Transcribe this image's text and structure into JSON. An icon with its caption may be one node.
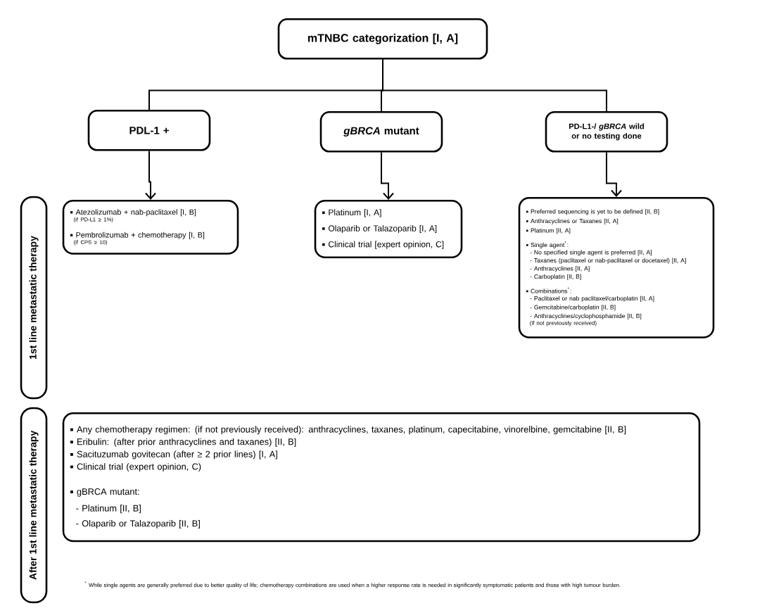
{
  "diagram": {
    "nodes": [
      {
        "text": [
          "mTNBC categorization [I, A]"
        ]
      },
      {
        "text": [
          "PDL-1 +"
        ]
      },
      {
        "text": [
          "*gBRCA* mutant"
        ]
      },
      {
        "text": [
          "PD-L1-/ *gBRCA* wild or no testing done"
        ]
      },
      {
        "text": [
          "Atezolizumab + nab-paclitaxel [I, B]",
          "(if PD-L1 ≥ 1%)",
          "Pembrolizumab + chemotherapy [I, B]",
          "(if CPS ≥ 10)"
        ]
      },
      {
        "text": [
          "Platinum [I, A]",
          "Olaparib or Talazoparib [I, A]",
          "Clinical trial [expert opinion, C]"
        ]
      },
      {
        "text": [
          "Preferred sequencing is yet to be defined [II, B]",
          "Anthracyclines or Taxanes [II, A]",
          "Platinum [II, A]",
          "Single agent$^{*}$:",
          "- No specified single agent is preferred [II, A]",
          "- Taxanes (paclitaxel or nab-paclitaxel or docetaxel) [II, A]",
          "- Anthracyclines [II, A]",
          "- Carboplatin [II, B]",
          "Combinations$^{*}$:",
          "- Paclitaxel or nab paclitaxel/carboplatin [II, A]",
          "- Gemcitabine/carboplatin [II, B]",
          "- Anthracyclines/cyclophosphamide [II, B]",
          "(if not previously received)"
        ]
      },
      {
        "text": [
          "Any chemotherapy regimen: (if not previously received): anthracyclines, taxanes, platinum, capecitabine, vinorelbine, gemcitabine [II, B]",
          "Eribulin: (after prior anthracyclines and taxanes) [II, B]",
          "Sacituzumab govitecan (after ≥ 2 prior lines) [I, A]",
          "Clinical trial (expert opinion, C)",
          "gBRCA mutant:",
          "- Platinum [II, B]",
          "- Olaparib or Talazoparib [II, B]"
        ]
      },
      {
        "text": [
          "1st line metastatic therapy"
        ]
      },
      {
        "text": [
          "After 1st line metastatic therapy"
        ]
      }
    ],
    "edges": [
      {
        "from": 0,
        "to": 1,
        "arrow": "none"
      },
      {
        "from": 0,
        "to": 2,
        "arrow": "none"
      },
      {
        "from": 0,
        "to": 3,
        "arrow": "none"
      },
      {
        "from": 1,
        "to": 4,
        "arrow": "to"
      },
      {
        "from": 2,
        "to": 5,
        "arrow": "to"
      },
      {
        "from": 3,
        "to": 6,
        "arrow": "to"
      }
    ],
    "labels": [
      "$^{*}$ While single agents are generally preferred due to better quality of life; chemotherapy combinations are used when a higher response rate is needed in significantly symptomatic patients and those with high tumour burden."
    ]
  }
}
